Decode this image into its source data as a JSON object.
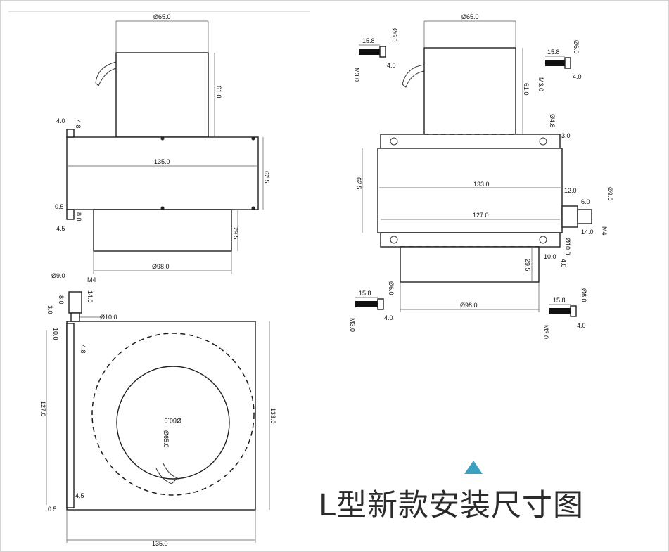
{
  "title": "L型新款安装尺寸图",
  "accent_color": "#3aa1c0",
  "dims": {
    "d65": "Ø65.0",
    "h61": "61.0",
    "w135": "135.0",
    "h62": "62.5",
    "h29": "29.5",
    "d98": "Ø98.0",
    "d4_0": "4.0",
    "d4_8": "4.8",
    "d0_5": "0.5",
    "d4_5": "4.5",
    "d8_0": "8.0",
    "d9_0": "Ø9.0",
    "m4": "M4",
    "d14": "14.0",
    "d3_0": "3.0",
    "d10": "Ø10.0",
    "d10b": "10.0",
    "d127": "127.0",
    "d133": "133.0",
    "d80": "Ø80.0",
    "d65c": "Ø65.0",
    "d15_8": "15.8",
    "m3_0": "M3.0",
    "d6_0": "Ø6.0",
    "d4_8b": "Ø4.8",
    "d12": "12.0",
    "d6": "6.0",
    "d9b": "Ø9.0",
    "d10c": "Ø10.0"
  }
}
